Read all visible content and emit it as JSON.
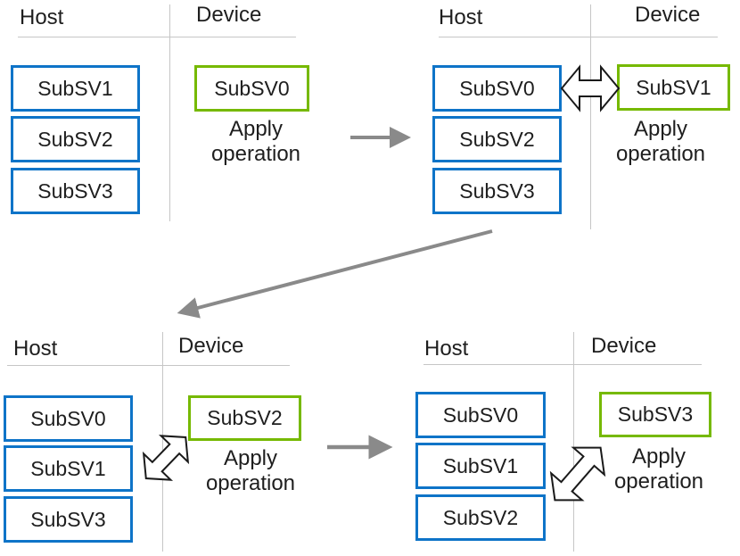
{
  "colors": {
    "host_box_border": "#0e74c8",
    "device_box_border": "#76b900",
    "flow_arrow": "#8a8a8a",
    "grid_line": "#c6c6c6",
    "text": "#1e1e1e"
  },
  "panels": [
    {
      "host_label": "Host",
      "device_label": "Device",
      "host_items": [
        "SubSV1",
        "SubSV2",
        "SubSV3"
      ],
      "device_item": "SubSV0",
      "caption": "Apply operation",
      "swap_arrow": "none"
    },
    {
      "host_label": "Host",
      "device_label": "Device",
      "host_items": [
        "SubSV0",
        "SubSV2",
        "SubSV3"
      ],
      "device_item": "SubSV1",
      "caption": "Apply operation",
      "swap_arrow": "horizontal-double-arrow"
    },
    {
      "host_label": "Host",
      "device_label": "Device",
      "host_items": [
        "SubSV0",
        "SubSV1",
        "SubSV3"
      ],
      "device_item": "SubSV2",
      "caption": "Apply operation",
      "swap_arrow": "diagonal-double-arrow"
    },
    {
      "host_label": "Host",
      "device_label": "Device",
      "host_items": [
        "SubSV0",
        "SubSV1",
        "SubSV2"
      ],
      "device_item": "SubSV3",
      "caption": "Apply operation",
      "swap_arrow": "diagonal-double-arrow"
    }
  ],
  "connectors": [
    {
      "name": "step1-to-step2",
      "type": "right-arrow"
    },
    {
      "name": "step2-to-step3",
      "type": "diagonal-down-left-arrow"
    },
    {
      "name": "step3-to-step4",
      "type": "right-arrow"
    }
  ]
}
